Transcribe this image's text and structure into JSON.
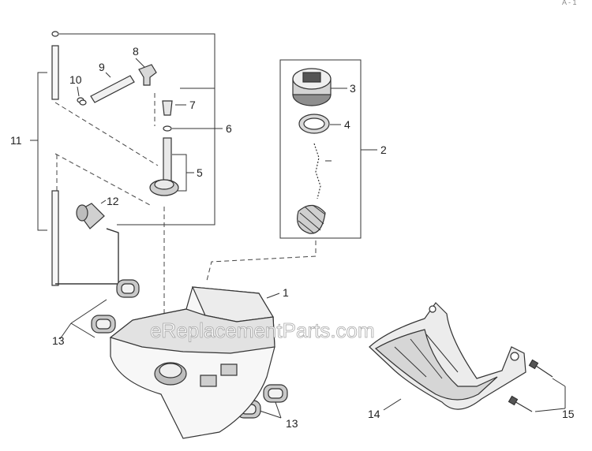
{
  "diagram": {
    "watermark": "eReplacementParts.com",
    "corner_mark": "A - 1",
    "labels": {
      "p1": "1",
      "p2": "2",
      "p3": "3",
      "p4": "4",
      "p5": "5",
      "p6": "6",
      "p7": "7",
      "p8": "8",
      "p9": "9",
      "p10": "10",
      "p11": "11",
      "p12": "12",
      "p13a": "13",
      "p13b": "13",
      "p14": "14",
      "p15": "15"
    }
  }
}
